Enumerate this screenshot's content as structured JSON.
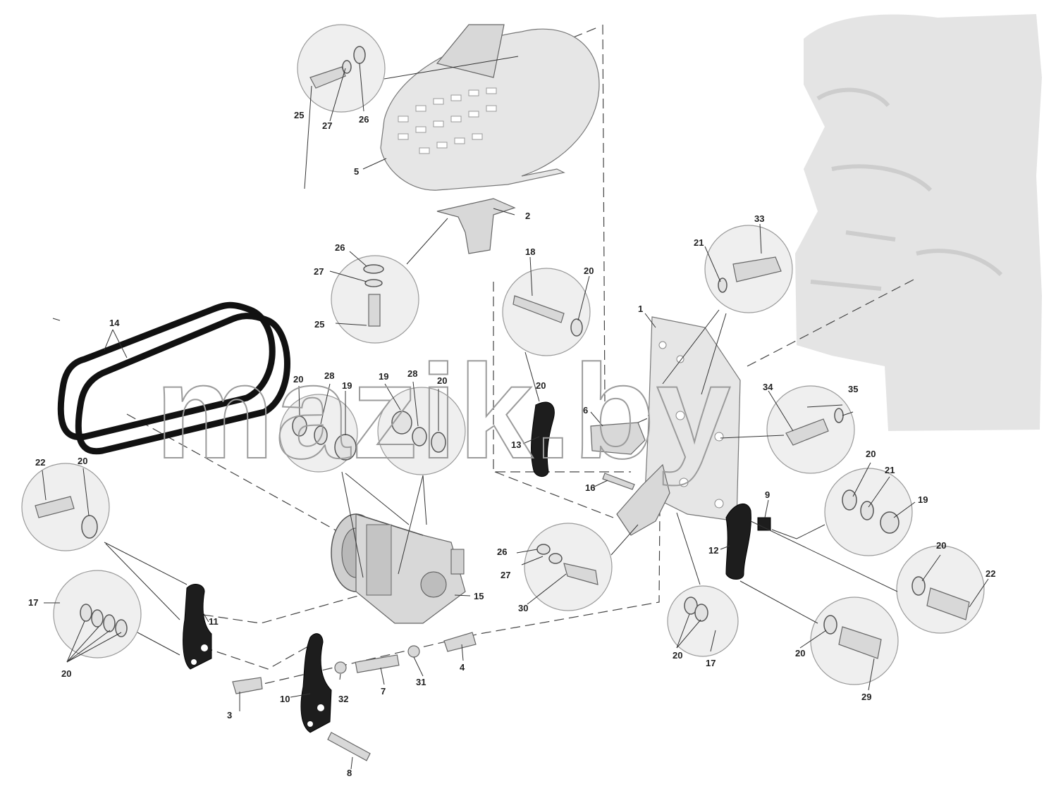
{
  "watermark": "mazik.by",
  "callouts": {
    "c1": "1",
    "c2": "2",
    "c3": "3",
    "c4": "4",
    "c5": "5",
    "c6": "6",
    "c7": "7",
    "c8": "8",
    "c9": "9",
    "c10": "10",
    "c11": "11",
    "c12": "12",
    "c13": "13",
    "c14": "14",
    "c15": "15",
    "c16": "16",
    "c17a": "17",
    "c17b": "17",
    "c18": "18",
    "c19a": "19",
    "c19b": "19",
    "c19c": "19",
    "c20a": "20",
    "c20b": "20",
    "c20c": "20",
    "c20d": "20",
    "c20e": "20",
    "c20f": "20",
    "c20g": "20",
    "c20h": "20",
    "c20i": "20",
    "c20j": "20",
    "c21a": "21",
    "c21b": "21",
    "c22a": "22",
    "c22b": "22",
    "c25a": "25",
    "c25b": "25",
    "c26a": "26",
    "c26b": "26",
    "c26c": "26",
    "c27a": "27",
    "c27b": "27",
    "c27c": "27",
    "c28a": "28",
    "c28b": "28",
    "c29": "29",
    "c30": "30",
    "c31": "31",
    "c32": "32",
    "c33": "33",
    "c34": "34",
    "c35": "35"
  },
  "colors": {
    "dark_part": "#1d1d1d",
    "light_part": "#d8d8d8",
    "background_engine": "#e4e4e4"
  }
}
